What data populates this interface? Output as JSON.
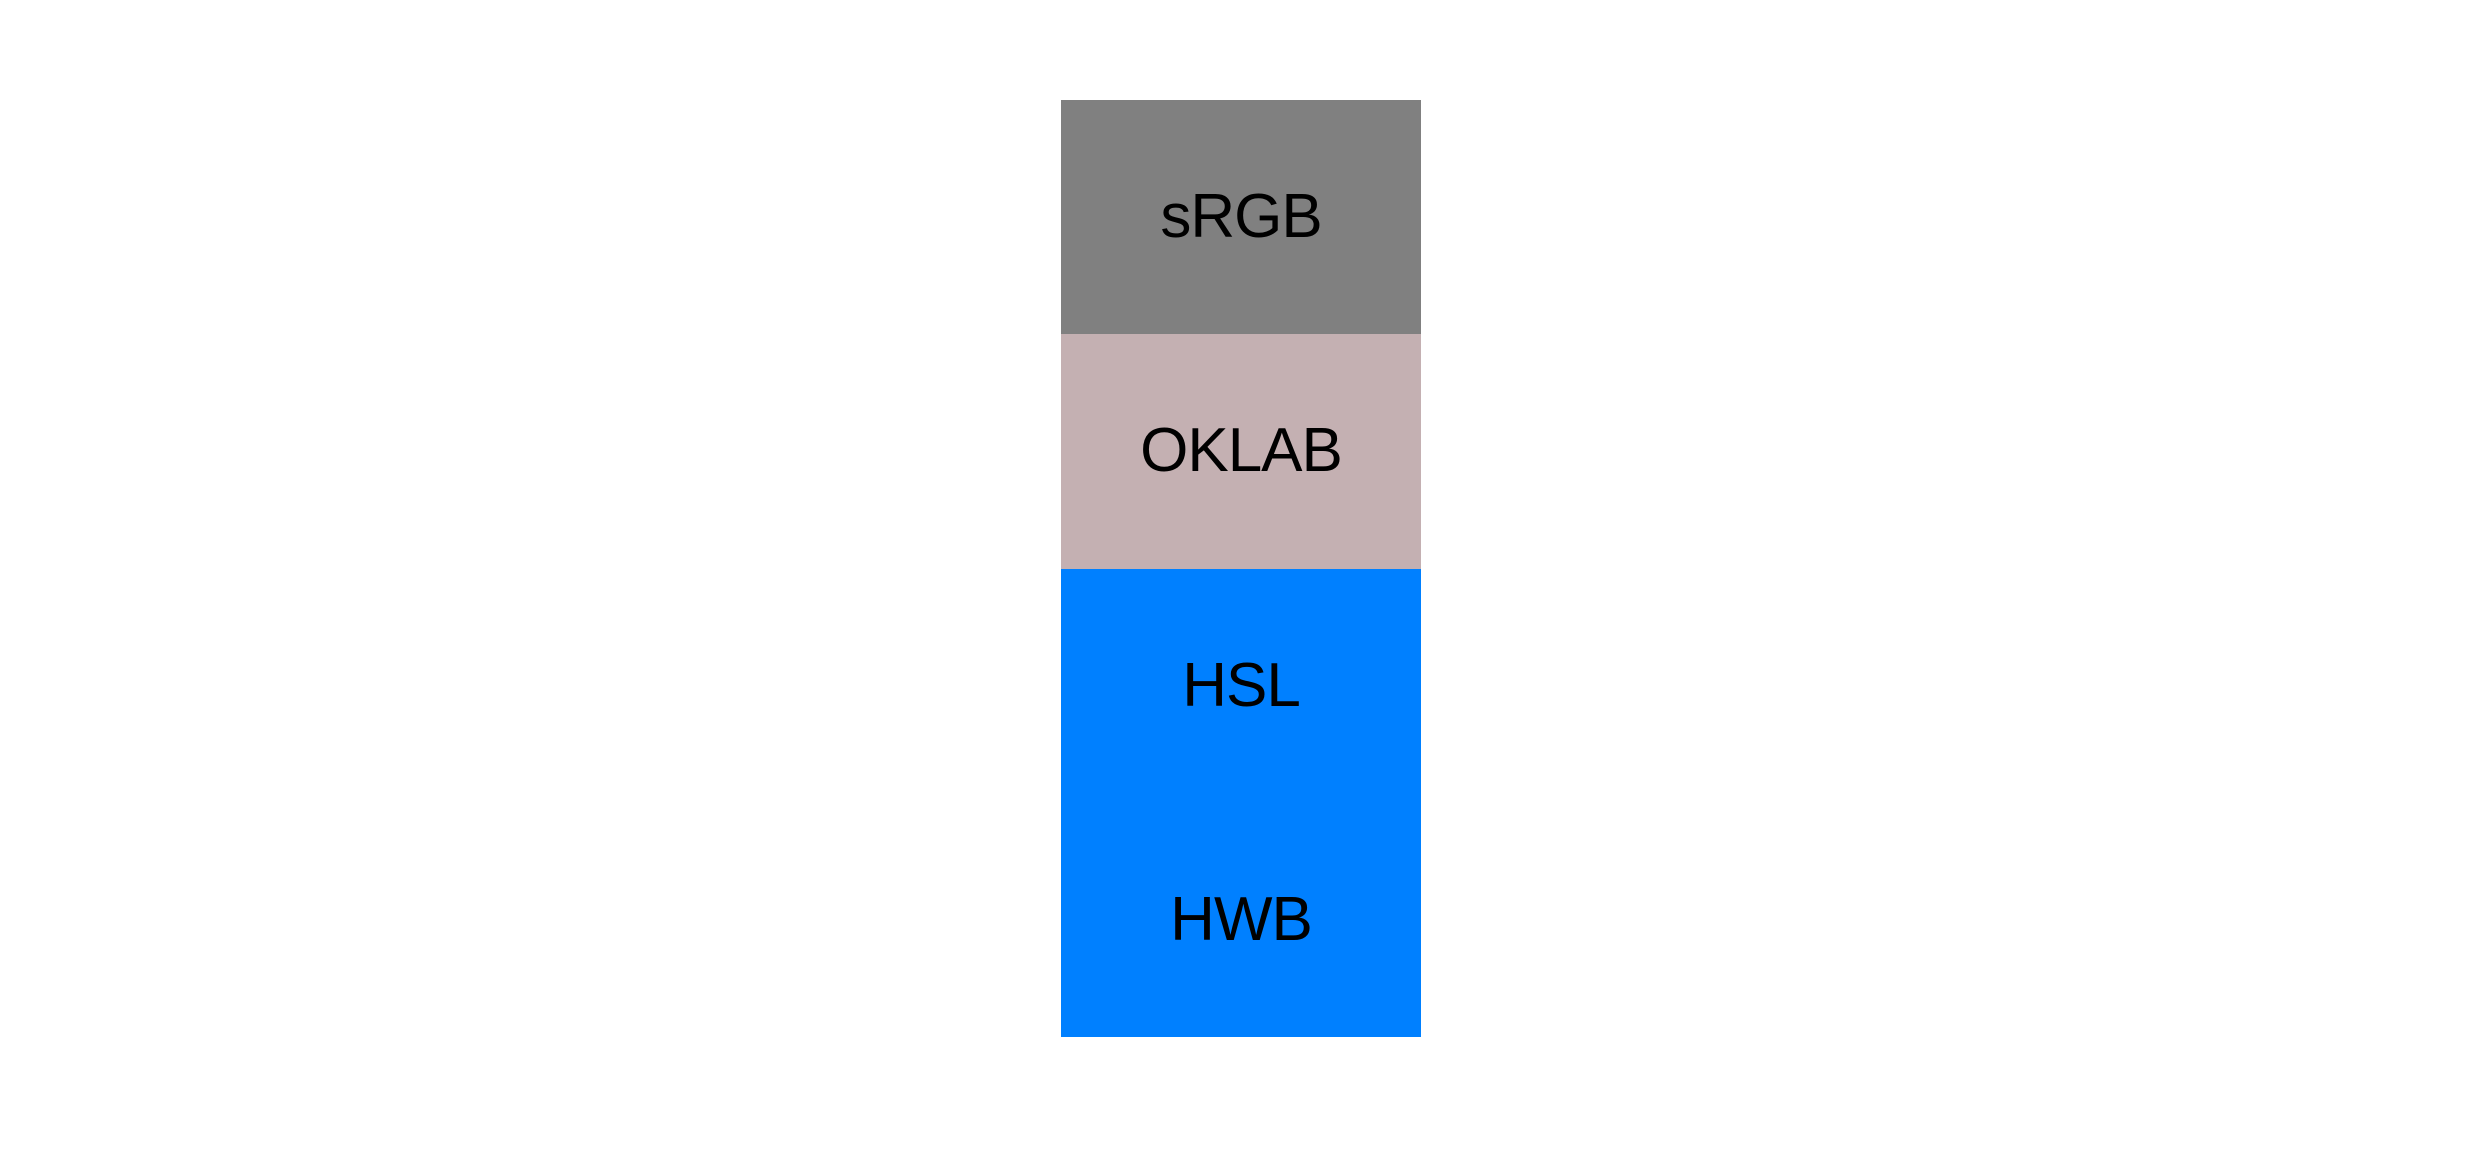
{
  "figure": {
    "background": "#ffffff",
    "text_color": "#000000",
    "swatches": [
      {
        "label": "sRGB",
        "color": "#808080"
      },
      {
        "label": "OKLAB",
        "color": "#c4b0b2"
      },
      {
        "label": "HSL",
        "color": "#0080ff"
      },
      {
        "label": "HWB",
        "color": "#0080ff"
      }
    ]
  }
}
